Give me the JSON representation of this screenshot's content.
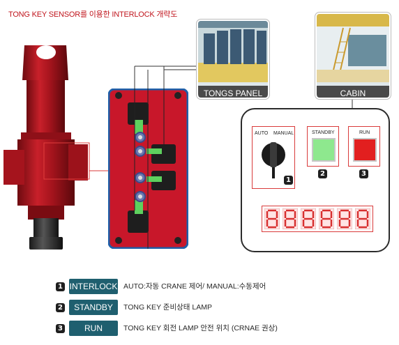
{
  "title": "TONG KEY SENSOR를 이용한 INTERLOCK 개략도",
  "thumbnails": {
    "tongs_panel": "TONGS PANEL",
    "cabin": "CABIN"
  },
  "panel": {
    "selector_auto": "AUTO",
    "selector_manual": "MANUAL",
    "standby_label": "STANDBY",
    "run_label": "RUN",
    "badge_1": "1",
    "badge_2": "2",
    "badge_3": "3",
    "standby_color": "#8ee88e",
    "run_color": "#e21f1f"
  },
  "legend": [
    {
      "num": "1",
      "label": "INTERLOCK",
      "text": "AUTO:자동 CRANE 제어/ MANUAL:수동제어"
    },
    {
      "num": "2",
      "label": "STANDBY",
      "text": "TONG KEY 준비상태 LAMP"
    },
    {
      "num": "3",
      "label": "RUN",
      "text": "TONG KEY 회전 LAMP 안전 위치 (CRNAE 권상)"
    }
  ],
  "colors": {
    "accent_red": "#c0151d",
    "legend_button": "#1f5f6f",
    "sensor_panel": "#c8172a",
    "sensor_frame": "#1f5fa8"
  }
}
